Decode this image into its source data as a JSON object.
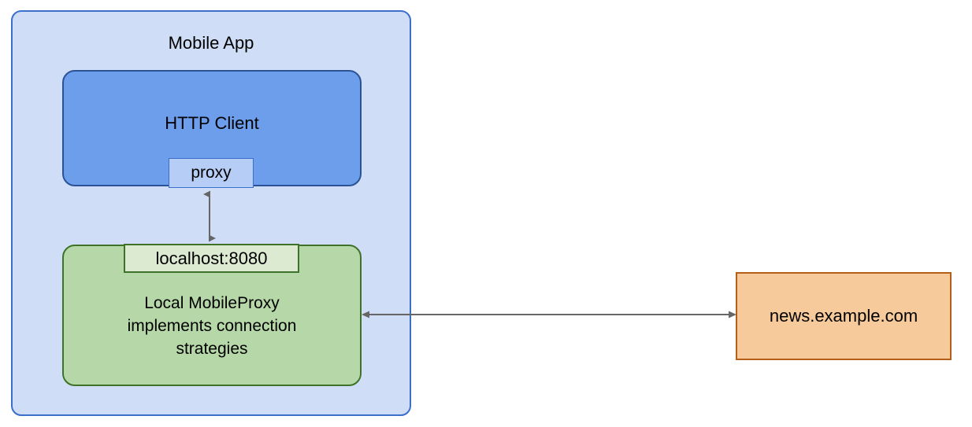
{
  "diagram": {
    "title_text": "Mobile App",
    "nodes": {
      "mobile_app": {
        "label": "Mobile App",
        "fill": "#cfdef6",
        "stroke": "#3b6fcb"
      },
      "http_client": {
        "label": "HTTP Client",
        "fill": "#6d9eeb",
        "stroke": "#2b5296"
      },
      "proxy_port": {
        "label": "proxy",
        "fill": "#b6cdf5",
        "stroke": "#3b6fcb"
      },
      "localhost_port": {
        "label": "localhost:8080",
        "fill": "#dcead2",
        "stroke": "#3f7229"
      },
      "mobile_proxy": {
        "line1": "Local MobileProxy",
        "line2": "implements connection",
        "line3": "strategies",
        "fill": "#b6d7a8",
        "stroke": "#3f7229"
      },
      "remote_host": {
        "label": "news.example.com",
        "fill": "#f6ca9a",
        "stroke": "#b45f18"
      }
    },
    "connectors": {
      "proxy_to_localhost": {
        "direction": "bidirectional",
        "orientation": "vertical",
        "color": "#666666"
      },
      "proxy_to_remote": {
        "direction": "bidirectional",
        "orientation": "horizontal",
        "color": "#666666"
      }
    }
  }
}
